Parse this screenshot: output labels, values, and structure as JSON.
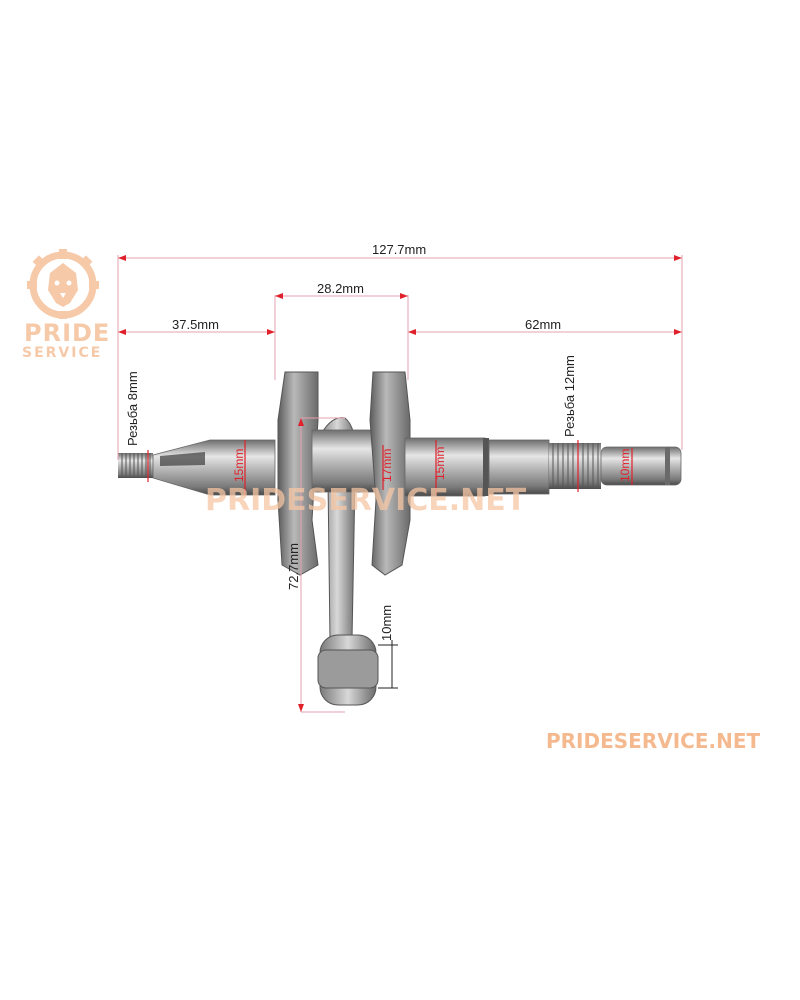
{
  "logo": {
    "line1": "PRIDE",
    "line2": "SERVICE"
  },
  "watermark_center": "PRIDESERVICE.NET",
  "watermark_bottom": "PRIDESERVICE.NET",
  "dimensions": {
    "overall_length": "127.7mm",
    "crank_web_span": "28.2mm",
    "left_section": "37.5mm",
    "right_section": "62mm",
    "left_thread": "Резьба 8mm",
    "right_thread": "Резьба 12mm",
    "rod_length": "72.7mm",
    "small_end": "10mm",
    "journal_left": "15mm",
    "journal_right_web": "17mm",
    "journal_right": "15mm",
    "right_end": "10mm"
  },
  "colors": {
    "watermark": "#f6c6a4",
    "logo": "#f6c9a8",
    "dimension_red": "#e0202a",
    "metal": "#9a9a9a"
  }
}
